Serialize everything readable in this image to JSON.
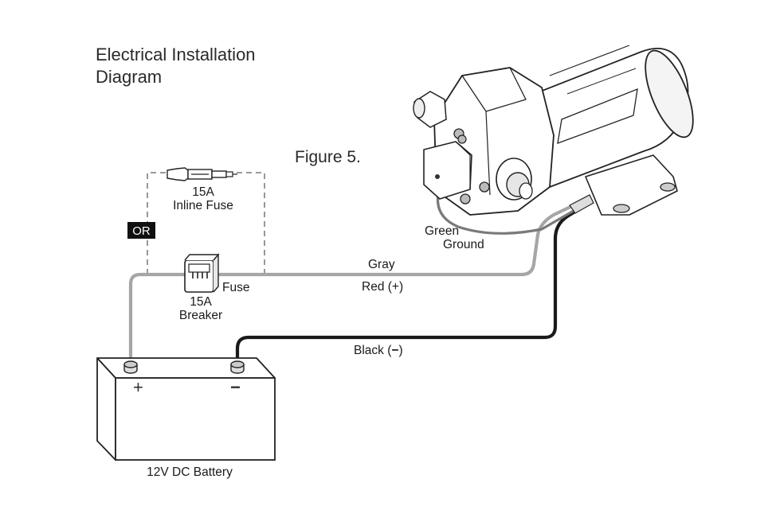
{
  "title": {
    "line1": "Electrical Installation",
    "line2": "Diagram"
  },
  "figure_label": "Figure 5.",
  "inline_fuse": {
    "rating": "15A",
    "name": "Inline Fuse"
  },
  "or_badge": "OR",
  "breaker": {
    "rating": "15A",
    "name": "Breaker",
    "fuse_label": "Fuse"
  },
  "wires": {
    "gray": "Gray",
    "red": "Red (+)",
    "black": "Black (",
    "black_sign": "−",
    "black_close": ")",
    "ground_line1": "Green",
    "ground_line2": "Ground"
  },
  "battery": {
    "label": "12V DC Battery",
    "plus": "+",
    "minus": "−"
  },
  "colors": {
    "gray_wire": "#a6a6a6",
    "black_wire": "#1a1a1a",
    "ground_wire": "#7a7a7a",
    "dashed": "#8c8c8c",
    "or_badge": "#111111"
  }
}
